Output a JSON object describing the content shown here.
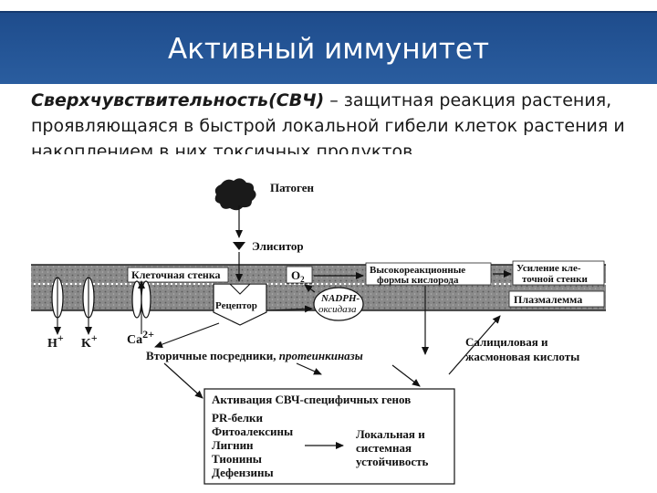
{
  "slide": {
    "title": "Активный иммунитет",
    "definition_term": "Сверхчувствительность(СВЧ)",
    "definition_rest": " – защитная реакция растения, проявляющаяся в быстрой локальной гибели клеток растения и накоплением в них токсичных продуктов"
  },
  "diagram": {
    "pathogen": "Патоген",
    "elicitor": "Элиситор",
    "cell_wall": "Клеточная стенка",
    "o2": "O",
    "o2_sub": "2",
    "ros_line1": "Высокореакционные",
    "ros_line2": "формы кислорода",
    "wall_line1": "Усиление кле-",
    "wall_line2": "точной стенки",
    "plasmalemma": "Плазмалемма",
    "nadph_line1": "NADPH-",
    "nadph_line2": "оксидаза",
    "receptor": "Рецептор",
    "ion_h": "H",
    "ion_k": "K",
    "ion_ca": "Ca",
    "ion_ca_sup": "2+",
    "ion_plus": "+",
    "secondary_a": "Вторичные посредники, ",
    "secondary_b": "протеинкиназы",
    "salicyl_line1": "Салициловая и",
    "salicyl_line2": "жасмоновая кислоты",
    "activation": "Активация СВЧ-специфичных генов",
    "genes": [
      "PR-белки",
      "Фитоалексины",
      "Лигнин",
      "Тионины",
      "Дефензины"
    ],
    "result_line1": "Локальная  и",
    "result_line2": "системная",
    "result_line3": "устойчивость"
  }
}
